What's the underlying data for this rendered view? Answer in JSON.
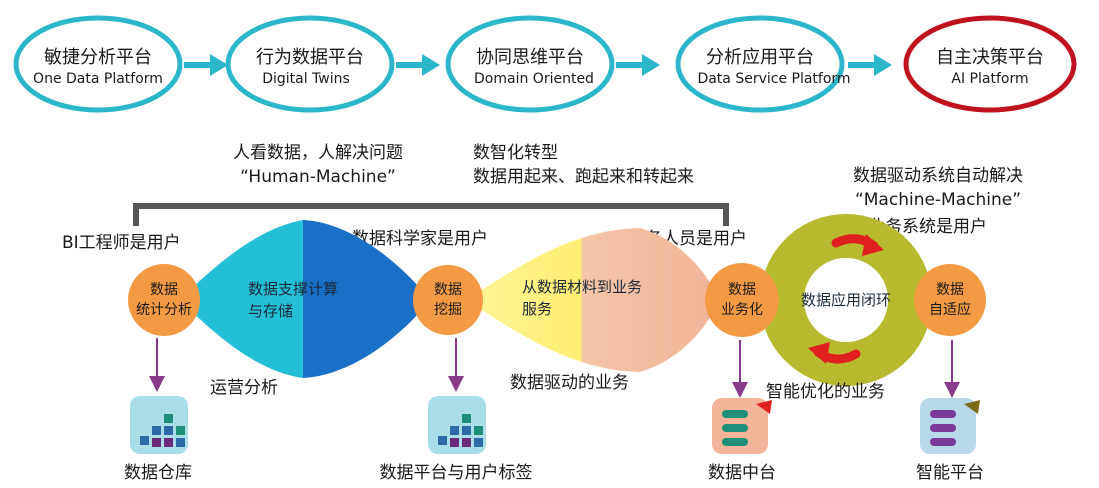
{
  "stages": [
    {
      "title": "敏捷分析平台",
      "subtitle": "One Data Platform"
    },
    {
      "title": "行为数据平台",
      "subtitle": "Digital Twins"
    },
    {
      "title": "协同思维平台",
      "subtitle": "Domain Oriented"
    },
    {
      "title": "分析应用平台",
      "subtitle": "Data Service Platform"
    },
    {
      "title": "自主决策平台",
      "subtitle": "AI Platform"
    }
  ],
  "phases": {
    "human_line1": "人看数据，人解决问题",
    "human_line2": "“Human-Machine”",
    "transform_line1": "数智化转型",
    "transform_line2": "数据用起来、跑起来和转起来",
    "machine_line1": "数据驱动系统自动解决",
    "machine_line2": "“Machine-Machine”"
  },
  "user_labels": {
    "bi": "BI工程师是用户",
    "scientist": "数据科学家是用户",
    "business": "业务人员是用户",
    "system": "业务系统是用户"
  },
  "nodes": [
    {
      "line1": "数据",
      "line2": "统计分析"
    },
    {
      "line1": "数据",
      "line2": "挖掘"
    },
    {
      "line1": "数据",
      "line2": "业务化"
    },
    {
      "line1": "数据",
      "line2": "自适应"
    }
  ],
  "shape_labels": {
    "compute_line1": "数据支撑计算",
    "compute_line2": "与存储",
    "material_line1": "从数据材料到业务",
    "material_line2": "服务",
    "loop": "数据应用闭环"
  },
  "business_labels": {
    "ops": "运营分析",
    "driven": "数据驱动的业务",
    "optimized": "智能优化的业务"
  },
  "products": [
    {
      "name": "数据仓库",
      "icon": "bar-grid-icon"
    },
    {
      "name": "数据平台与用户标签",
      "icon": "bar-grid-icon"
    },
    {
      "name": "数据中台",
      "icon": "list-card-icon"
    },
    {
      "name": "智能平台",
      "icon": "list-card-icon"
    }
  ],
  "colors": {
    "teal": "#2bb6cc",
    "ai_red": "#c0121e",
    "cyan": "#22bfd6",
    "blue": "#1a6fc6",
    "yellow": "#fff27a",
    "peach": "#f3b79c",
    "olive": "#b7b92e",
    "orange": "#f39a44",
    "purple": "#8a3a8a",
    "red_arrow": "#e0201e"
  }
}
